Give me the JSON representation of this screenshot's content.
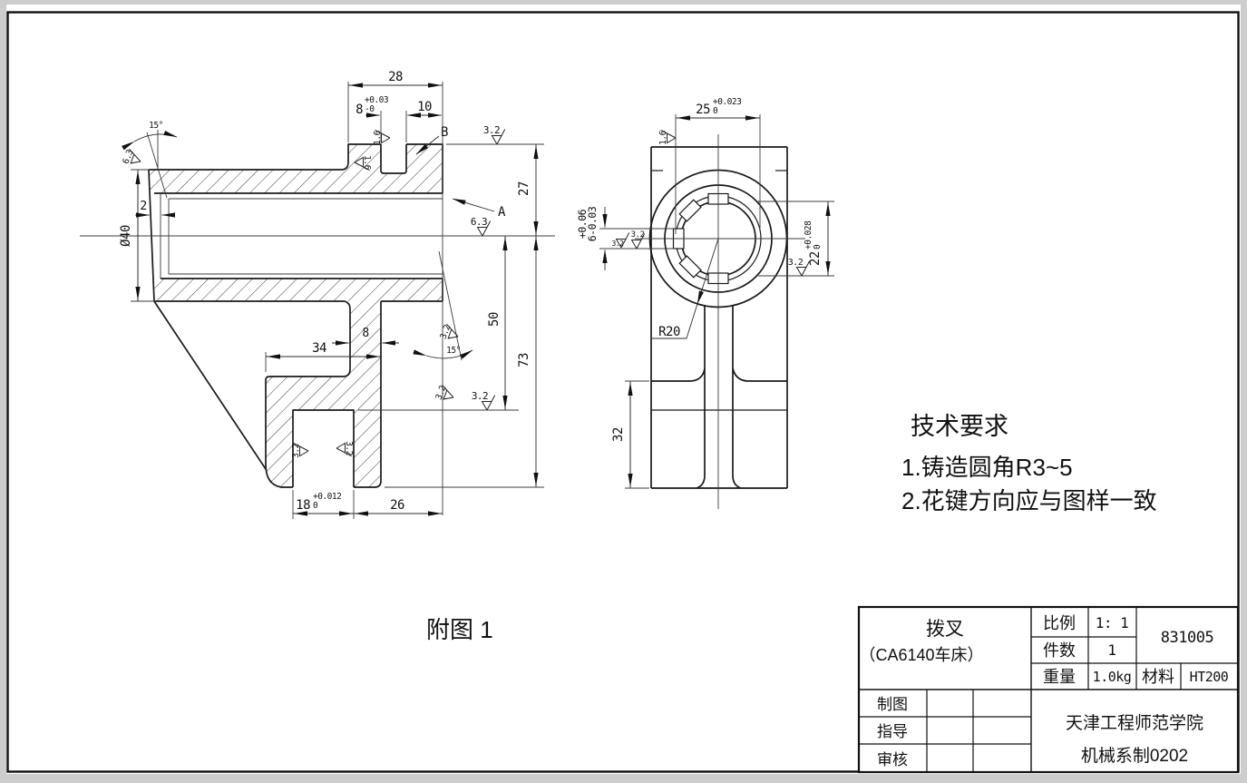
{
  "caption": "附图 1",
  "tech": {
    "title": "技术要求",
    "item1": "1.铸造圆角R3~5",
    "item2": "2.花键方向应与图样一致"
  },
  "dims": {
    "d28": "28",
    "d8": "8",
    "d8_sup": "+0.03",
    "d8_sub": "-0",
    "d10": "10",
    "d2": "2",
    "dia40": "Ø40",
    "d27": "27",
    "d50": "50",
    "d73": "73",
    "d34": "34",
    "d8b": "8",
    "d18": "18",
    "d18_sup": "+0.012",
    "d18_sub": "0",
    "d26": "26",
    "d32": "32",
    "d25": "25",
    "d25_sup": "+0.023",
    "d25_sub": "0",
    "d22": "22",
    "d22_sup": "+0.028",
    "d22_sub": "0",
    "d6": "6-0.03",
    "d6_sup": "+0.06",
    "r20": "R20",
    "angle15": "15°",
    "label_a": "A",
    "label_b": "B"
  },
  "finish": {
    "ra16": "1.6",
    "ra32": "3.2",
    "ra63": "6.3"
  },
  "titleblock": {
    "part_name": "拨叉",
    "part_sub": "（CA6140车床）",
    "scale_label": "比例",
    "scale_value": "1: 1",
    "qty_label": "件数",
    "qty_value": "1",
    "weight_label": "重量",
    "weight_value": "1.0kg",
    "material_label": "材料",
    "material_value": "HT200",
    "drawing_no": "831005",
    "drawn_label": "制图",
    "advisor_label": "指导",
    "checker_label": "审核",
    "org_line1": "天津工程师范学院",
    "org_line2": "机械系制0202"
  }
}
